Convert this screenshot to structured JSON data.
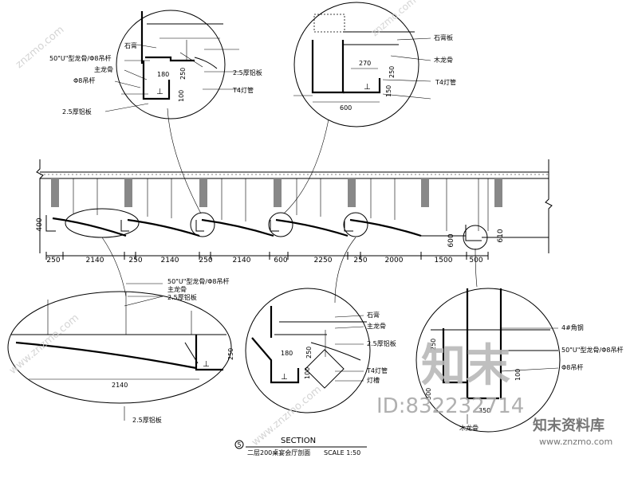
{
  "dimension_row": [
    "250",
    "2140",
    "250",
    "2140",
    "250",
    "2140",
    "600",
    "2250",
    "250",
    "2000",
    "1500",
    "500"
  ],
  "left_marks": [
    "400"
  ],
  "right_marks": [
    "600",
    "610"
  ],
  "detail_top_left": {
    "labels": [
      "石膏",
      "50\"U\"型龙骨/Φ8吊杆",
      "主龙骨",
      "Φ8吊杆",
      "2.5厚铝板",
      "T4灯管",
      "2.5厚铝板"
    ],
    "dims": [
      "180",
      "250",
      "100"
    ]
  },
  "detail_top_right": {
    "labels": [
      "石膏板",
      "T4灯管",
      "木龙骨"
    ],
    "dims": [
      "270",
      "250",
      "150",
      "600"
    ]
  },
  "detail_bottom_left": {
    "labels": [
      "50\"U\"型龙骨/Φ8吊杆",
      "主龙骨",
      "2.5厚铝板",
      "2.5厚铝板"
    ],
    "dims": [
      "2140",
      "250"
    ]
  },
  "detail_bottom_mid": {
    "labels": [
      "石膏",
      "主龙骨",
      "2.5厚铝板",
      "T4灯管",
      "灯槽"
    ],
    "dims": [
      "180",
      "250",
      "100"
    ]
  },
  "detail_bottom_right": {
    "labels": [
      "4#角钢",
      "50\"U\"型龙骨/Φ8吊杆",
      "Φ8吊杆",
      "木龙骨"
    ],
    "dims": [
      "250",
      "100",
      "350",
      "500"
    ]
  },
  "title": {
    "main": "SECTION",
    "sub": "二层200桌宴会厅剖面",
    "scale": "SCALE 1:50",
    "number": "5"
  },
  "watermark": {
    "logo": "知末",
    "id": "ID:832232714",
    "brand": "知末资料库",
    "url": "www.znzmo.com",
    "diag1": "znzmo.com",
    "diag2": "www.znzmo.com"
  }
}
